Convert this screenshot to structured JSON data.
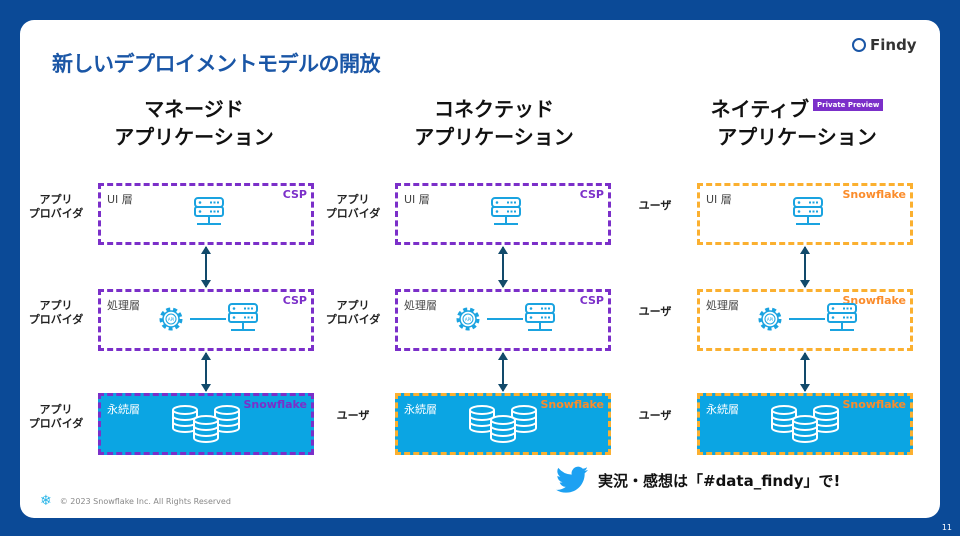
{
  "title": "新しいデプロイメントモデルの開放",
  "logo": "Findy",
  "columns": [
    {
      "title1": "マネージド",
      "title2": "アプリケーション",
      "badge": "",
      "color": "purple",
      "rows": [
        {
          "who": "アプリ\nプロバイダ",
          "layer": "UI 層",
          "tag": "CSP"
        },
        {
          "who": "アプリ\nプロバイダ",
          "layer": "処理層",
          "tag": "CSP"
        },
        {
          "who": "アプリ\nプロバイダ",
          "layer": "永続層",
          "tag": "Snowflake"
        }
      ]
    },
    {
      "title1": "コネクテッド",
      "title2": "アプリケーション",
      "badge": "",
      "color": "mixed",
      "rows": [
        {
          "who": "アプリ\nプロバイダ",
          "layer": "UI 層",
          "tag": "CSP"
        },
        {
          "who": "アプリ\nプロバイダ",
          "layer": "処理層",
          "tag": "CSP"
        },
        {
          "who": "ユーザ",
          "layer": "永続層",
          "tag": "Snowflake"
        }
      ]
    },
    {
      "title1": "ネイティブ",
      "title2": "アプリケーション",
      "badge": "Private Preview",
      "color": "orange",
      "rows": [
        {
          "who": "ユーザ",
          "layer": "UI 層",
          "tag": "Snowflake"
        },
        {
          "who": "ユーザ",
          "layer": "処理層",
          "tag": "Snowflake"
        },
        {
          "who": "ユーザ",
          "layer": "永続層",
          "tag": "Snowflake"
        }
      ]
    }
  ],
  "api_label": "API",
  "footer": "© 2023 Snowflake Inc. All Rights Reserved",
  "tweet": "実況・感想は「#data_findy」で!",
  "page_number": "11",
  "colors": {
    "purple": "#7b2fc9",
    "orange": "#fbb030",
    "fill": "#0ba5e3",
    "title": "#1a56a6"
  }
}
